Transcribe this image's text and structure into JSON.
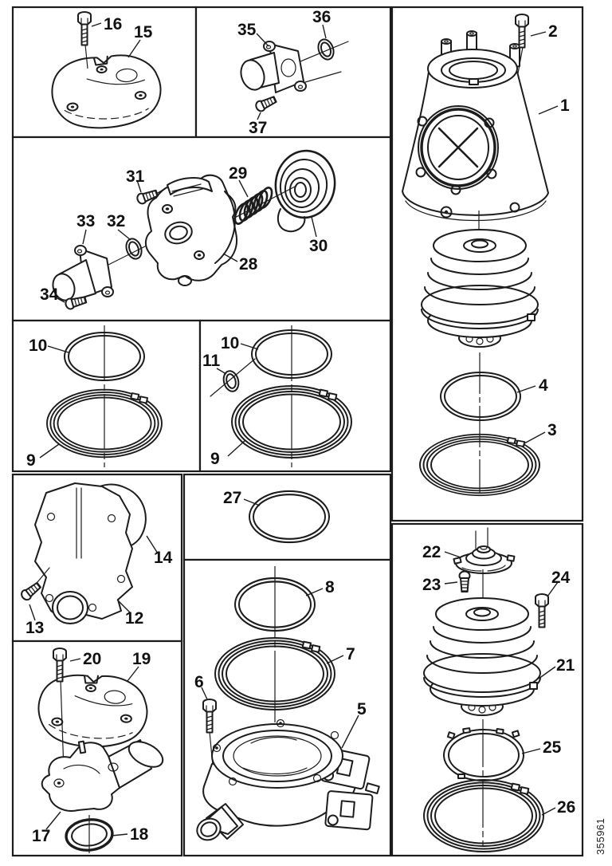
{
  "figure": {
    "kind": "exploded-parts-diagram",
    "sheet_number": "355961"
  },
  "colors": {
    "line": "#1c1c1c",
    "background": "#ffffff"
  },
  "callouts": {
    "1": "1",
    "2": "2",
    "3": "3",
    "4": "4",
    "5": "5",
    "6": "6",
    "7": "7",
    "8": "8",
    "9": "9",
    "10": "10",
    "11": "11",
    "12": "12",
    "13": "13",
    "14": "14",
    "15": "15",
    "16": "16",
    "17": "17",
    "18": "18",
    "19": "19",
    "20": "20",
    "21": "21",
    "22": "22",
    "23": "23",
    "24": "24",
    "25": "25",
    "26": "26",
    "27": "27",
    "28": "28",
    "29": "29",
    "30": "30",
    "31": "31",
    "32": "32",
    "33": "33",
    "34": "34",
    "35": "35",
    "36": "36",
    "37": "37"
  },
  "panels": [
    {
      "id": "top-left",
      "callouts": [
        "16",
        "15"
      ]
    },
    {
      "id": "top-center",
      "callouts": [
        "35",
        "36",
        "37"
      ]
    },
    {
      "id": "right-upper",
      "callouts": [
        "2",
        "1",
        "4",
        "3"
      ]
    },
    {
      "id": "upper-wide",
      "callouts": [
        "31",
        "29",
        "33",
        "32",
        "28",
        "30",
        "34"
      ]
    },
    {
      "id": "seal-rings-left",
      "callouts": [
        "10",
        "9"
      ]
    },
    {
      "id": "seal-rings-center",
      "callouts": [
        "10",
        "11",
        "9"
      ]
    },
    {
      "id": "cover-left",
      "callouts": [
        "14",
        "12",
        "13"
      ]
    },
    {
      "id": "o-ring-panel",
      "callouts": [
        "27"
      ]
    },
    {
      "id": "cover-bottom-left",
      "callouts": [
        "20",
        "19",
        "17",
        "18"
      ]
    },
    {
      "id": "pump-body-center",
      "callouts": [
        "8",
        "7",
        "6",
        "5"
      ]
    },
    {
      "id": "right-lower",
      "callouts": [
        "22",
        "23",
        "24",
        "21",
        "25",
        "26"
      ]
    }
  ]
}
